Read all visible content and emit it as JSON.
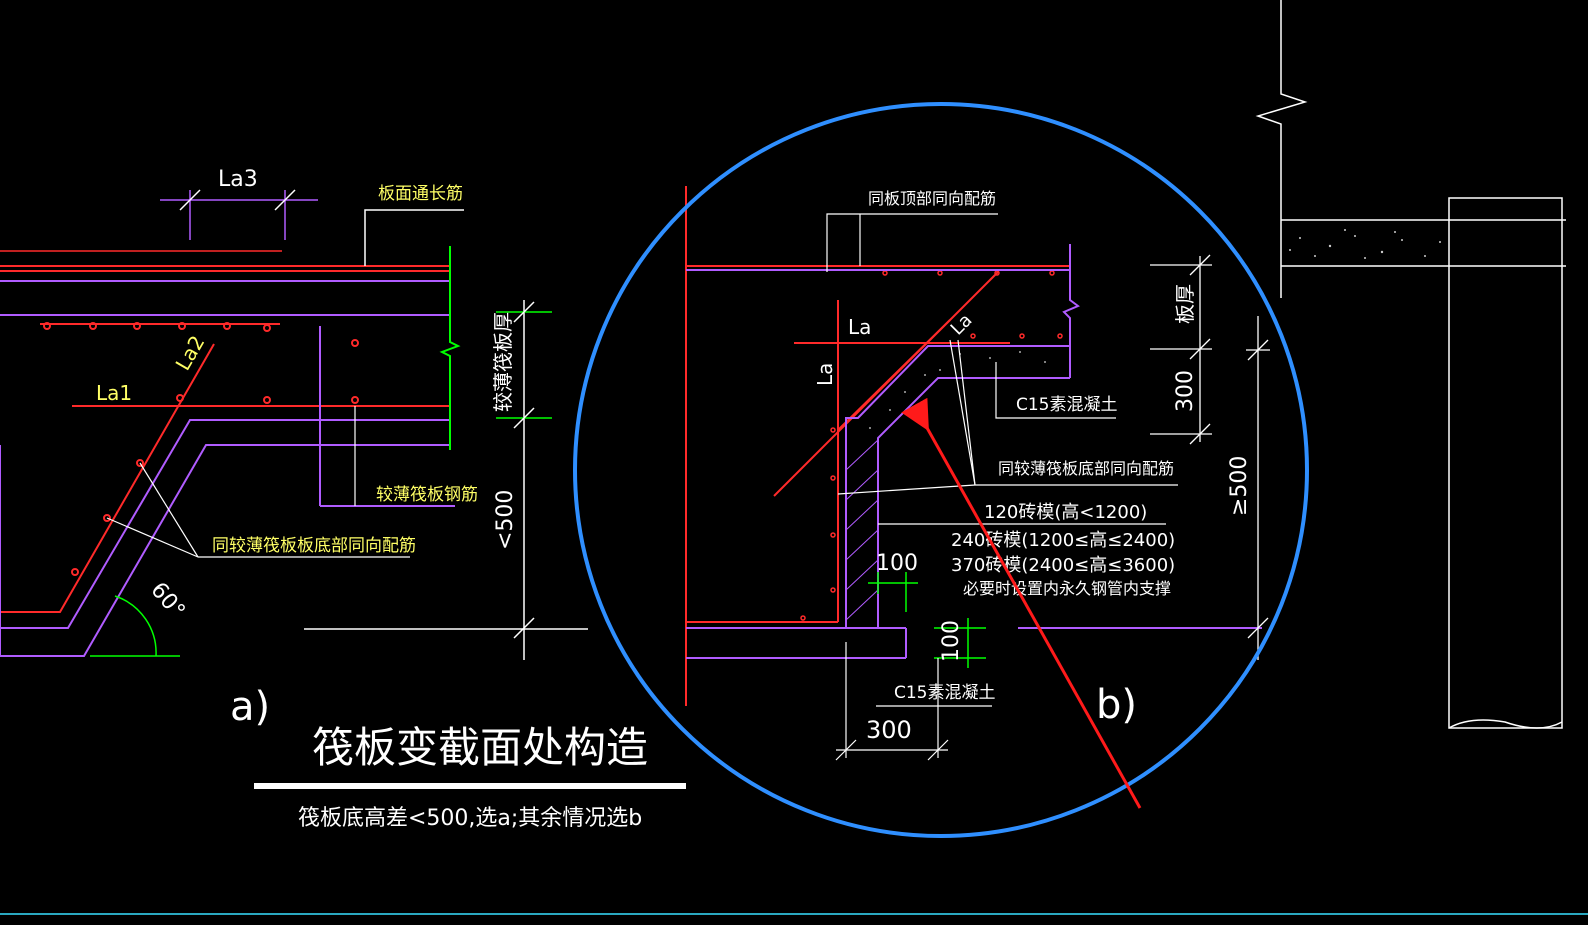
{
  "colors": {
    "background": "#000000",
    "rebar": "#ff2a2a",
    "outline": "#b05cff",
    "dimension": "#ffffff",
    "leader_text": "#ffff66",
    "label_green": "#00ff00",
    "highlight_circle": "#2f8fff",
    "arrow": "#ff1a1a"
  },
  "detail_a": {
    "la3": "La3",
    "la1": "La1",
    "la2": "La2",
    "slab_top_rebar": "板面通长筋",
    "thinner_raft_thickness": "较薄筏板厚",
    "thinner_raft_rebar": "较薄筏板钢筋",
    "same_as_thin_bottom": "同较薄筏板板底部同向配筋",
    "height_diff": "<500",
    "angle": "60°",
    "label": "a)"
  },
  "title": {
    "main": "筏板变截面处构造",
    "note": "筏板底高差<500,选a;其余情况选b"
  },
  "detail_b": {
    "same_as_top": "同板顶部同向配筋",
    "la_top": "La",
    "la_diag": "La",
    "la_vertical": "La",
    "slab_thickness": "板厚",
    "dim_300": "300",
    "c15_top": "C15素混凝土",
    "same_as_thin_bottom": "同较薄筏板底部同向配筋",
    "ge_500": "≥500",
    "brick_120": "120砖模(高<1200)",
    "brick_240": "240砖模(1200≤高≤2400)",
    "brick_370": "370砖模(2400≤高≤3600)",
    "support_note": "必要时设置内永久钢管内支撑",
    "dim_100_a": "100",
    "dim_100_b": "100",
    "c15_bottom": "C15素混凝土",
    "dim_300_bottom": "300",
    "label": "b)"
  }
}
